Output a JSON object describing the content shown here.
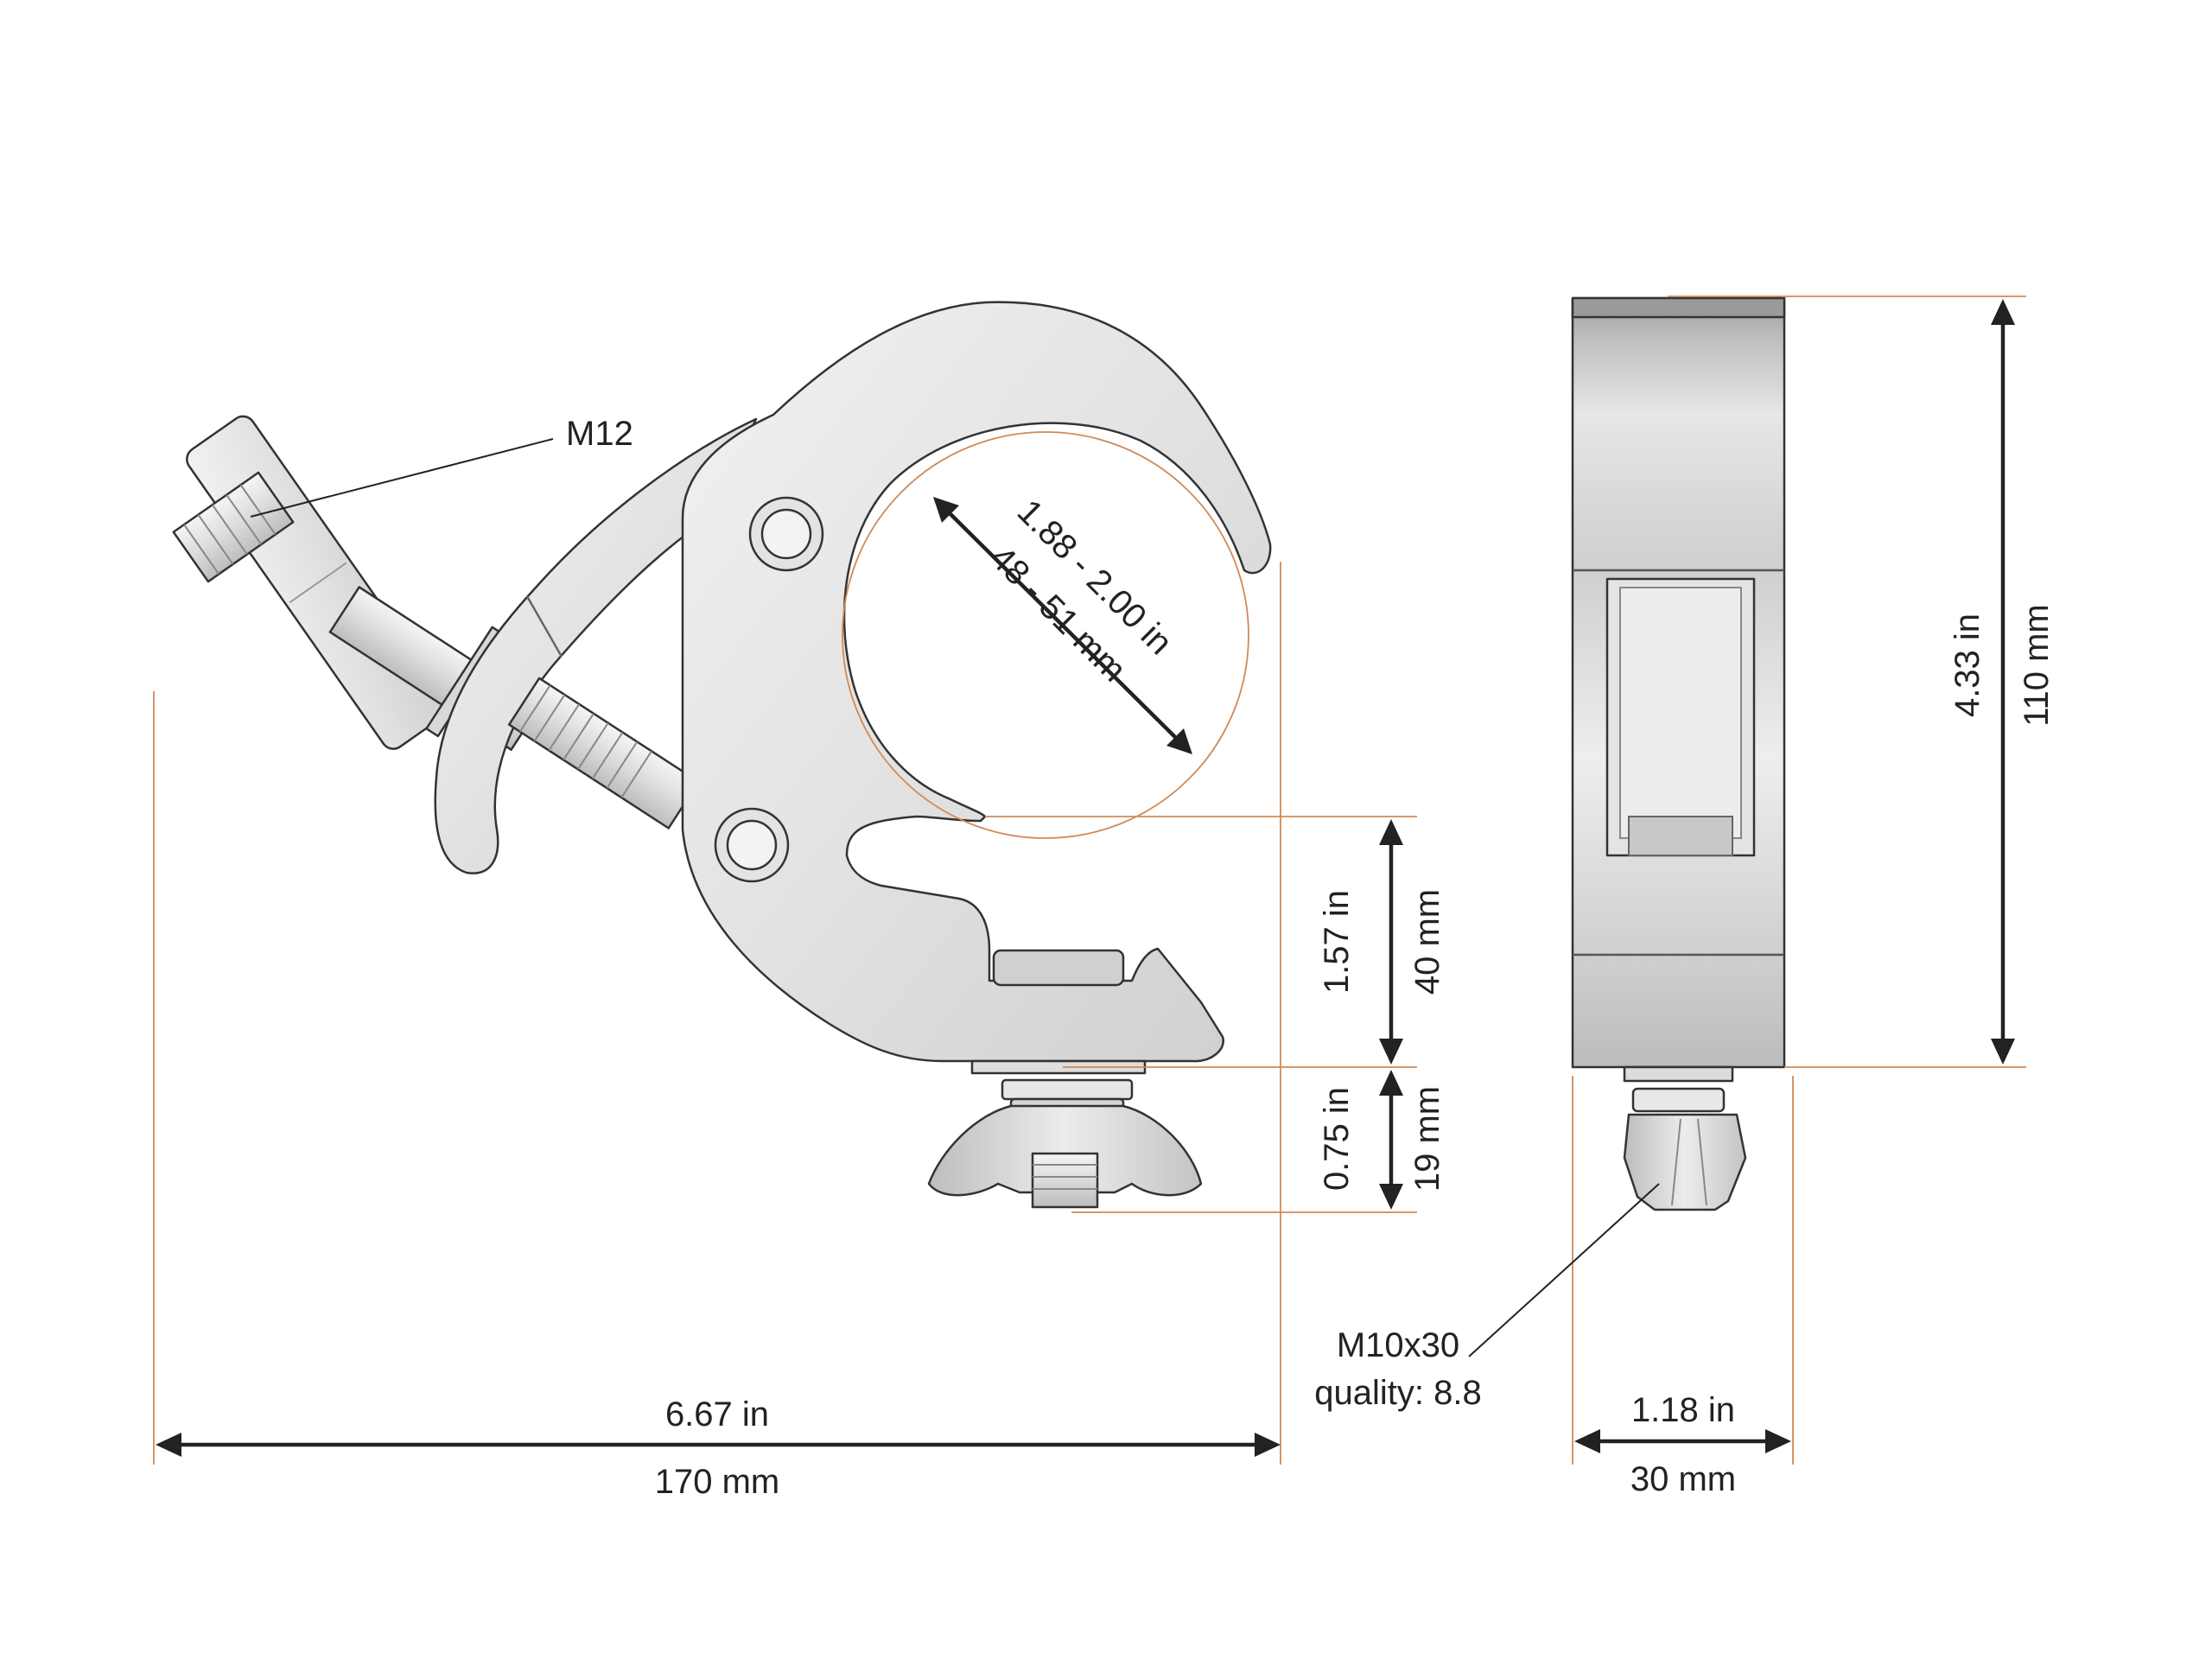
{
  "colors": {
    "guide": "#d08a5a",
    "dimension": "#222222",
    "outline": "#333333",
    "metal_light": "#ebebeb",
    "metal_mid": "#d2d2d2",
    "metal_dark": "#b4b4b4"
  },
  "labels": {
    "bolt_thread": "M12",
    "pipe_in": "1.88 - 2.00 in",
    "pipe_mm": "48 - 51 mm",
    "throat_in": "1.57 in",
    "throat_mm": "40 mm",
    "nut_in": "0.75 in",
    "nut_mm": "19 mm",
    "width_in": "6.67 in",
    "width_mm": "170 mm",
    "height_in": "4.33 in",
    "height_mm": "110 mm",
    "depth_in": "1.18 in",
    "depth_mm": "30 mm",
    "screw_spec": "M10x30",
    "screw_quality": "quality: 8.8"
  }
}
